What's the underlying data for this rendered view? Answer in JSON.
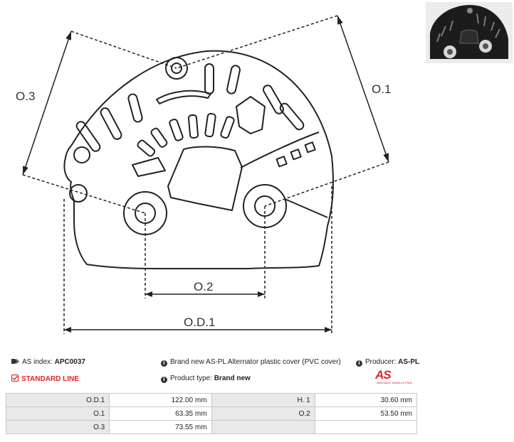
{
  "dimensions": {
    "od1": "O.D.1",
    "o1": "O.1",
    "o2": "O.2",
    "o3": "O.3"
  },
  "info": {
    "as_index_label": "AS index:",
    "as_index_value": "APC0037",
    "description": "Brand new AS-PL Alternator plastic cover (PVC cover)",
    "producer_label": "Producer:",
    "producer_value": "AS-PL",
    "standard_line": "STANDARD LINE",
    "product_type_label": "Product type:",
    "product_type_value": "Brand new"
  },
  "logo": {
    "text": "AS",
    "tagline": "Alternators, Starters & Parts"
  },
  "specs": [
    {
      "l1": "O.D.1",
      "v1": "122.00 mm",
      "l2": "H. 1",
      "v2": "30.60 mm"
    },
    {
      "l1": "O.1",
      "v1": "63.35 mm",
      "l2": "O.2",
      "v2": "53.50 mm"
    },
    {
      "l1": "O.3",
      "v1": "73.55 mm",
      "l2": "",
      "v2": ""
    }
  ],
  "colors": {
    "accent": "#e3222b",
    "line": "#222222",
    "table_label_bg": "#e9e9e9",
    "table_border": "#c8c8c8"
  }
}
